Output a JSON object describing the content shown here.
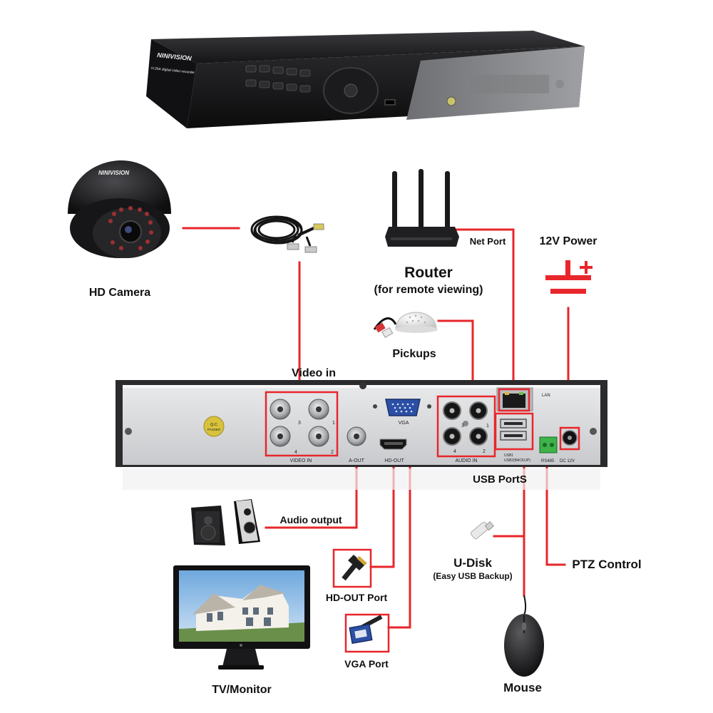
{
  "brand": {
    "logo_text": "NINIVISION",
    "dvr_subtitle": "H.264 digital video recorder"
  },
  "labels": {
    "hd_camera": "HD Camera",
    "net_port": "Net Port",
    "power": "12V Power",
    "router": "Router",
    "router_sub": "(for remote viewing)",
    "pickups": "Pickups",
    "video_in": "Video in",
    "usb_ports": "USB PortS",
    "audio_output": "Audio output",
    "u_disk": "U-Disk",
    "u_disk_sub": "(Easy USB Backup)",
    "ptz_control": "PTZ Control",
    "hd_out_port": "HD-OUT Port",
    "vga_port": "VGA Port",
    "tv_monitor": "TV/Monitor",
    "mouse": "Mouse"
  },
  "panel": {
    "video_in": "VIDEO IN",
    "a_out": "A-OUT",
    "hd_out": "HD-OUT",
    "vga": "VGA",
    "audio_in": "AUDIO IN",
    "lan": "LAN",
    "rs485": "RS485",
    "dc12v": "DC 12V",
    "usb1": "USB1",
    "usb2": "USB2(BACKUP)",
    "qc": "Q.C",
    "passed": "PASSED",
    "ch1": "1",
    "ch2": "2",
    "ch3": "3",
    "ch4": "4"
  },
  "colors": {
    "connector": "#e8262b",
    "device_dark": "#1d1d1f",
    "panel_face": "#d9dadc"
  }
}
